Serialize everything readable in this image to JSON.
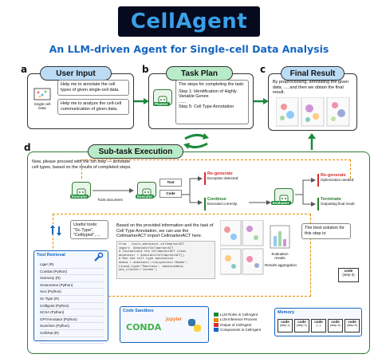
{
  "header": {
    "title": "CellAgent",
    "subtitle": "An LLM-driven Agent for Single-cell Data Analysis"
  },
  "panels": {
    "a": {
      "letter": "a",
      "title": "User Input",
      "data_label": "Single-cell Data",
      "msg1": "Help me to annotate the cell types of given single-cell data.",
      "msg2": "Help me to analyze the cell-cell communication of given data."
    },
    "b": {
      "letter": "b",
      "title": "Task Plan",
      "agent_tag": "Planner",
      "intro": "The steps for completing the task:",
      "step1": "Step 1: Identification of Highly Variable Genes",
      "ellipsis": "......",
      "step5": "Step 5: Cell Type Annotation"
    },
    "c": {
      "letter": "c",
      "title": "Final Result",
      "text": "By preprocessing, annotating the given data, ..., and then we obtain the final result."
    },
    "d": {
      "letter": "d",
      "title": "Sub-task Execution",
      "intro": "Now, please proceed with the 5th step — annotate cell types, based on the results of completed steps.",
      "executor1": "Executor",
      "executor2": "Executor",
      "evaluator": "Evaluator",
      "tools_document": "Tools document",
      "text_label": "Text",
      "code_label": "Code",
      "regen1_title": "Re-generate",
      "regen1_text": "Exception detected.",
      "continue_title": "Continue",
      "continue_text": "Executed correctly.",
      "regen2_title": "Re-generate",
      "regen2_text": "Optimization needed.",
      "terminate_title": "Terminate",
      "terminate_text": "Outputting final result.",
      "useful_tools": "Useful tools: \"Sc-Type\", \"Celltypist\", ...",
      "explanation": "Based on the provided information and the task of Cell Type Annotation, we can use the CellmarkerACT import CellmarkerACT here.",
      "code_lines": [
        "from   tools.annotator.cellmarkerACT",
        "import  AnnotatorCellmarkerACT",
        "# Instantiate the CellmarkerACT class",
        "annotator = AnnotatorCellmarkerACT()",
        "# Run the cell type annotation",
        "adata = annotator.run(species='Human',",
        "tissue_type='Pancreas', adata=adata,",
        "obs_cluster='leiden')"
      ],
      "eval_results": "Evaluation results",
      "results_aggregation": "Results aggregation",
      "best_solution": "The best solution for this step is:",
      "best_code": "code",
      "best_step": "(step 5)"
    },
    "tool_retrieval": {
      "title": "Tool Retrieval",
      "items": [
        "Liger (R)",
        "Combat (Python)",
        "Harmony (R)",
        "Scanorama (Python)",
        "Scvi (Python)",
        "Sc-Type (R)",
        "Celltypist (Python)",
        "SCSA (Python)",
        "GPTAnnotator (Python)",
        "Scarches (Python)",
        "Cellchat (R)",
        "......"
      ]
    },
    "code_sandbox": {
      "title": "Code Sandbox",
      "logos": [
        "CONDA",
        "jupyter"
      ]
    },
    "legend": {
      "items": [
        "LLM Roles in CellAgent",
        "LLM Inference Process",
        "Output of CellAgent",
        "Components in CellAgent"
      ]
    },
    "memory": {
      "title": "Memory",
      "cells": [
        {
          "code": "code",
          "step": "(step 1)"
        },
        {
          "code": "code",
          "step": "(step 2)"
        },
        {
          "code": "code",
          "step": "(...)"
        },
        {
          "code": "code",
          "step": "(step 4)"
        },
        {
          "code": "code",
          "step": "(step 5)"
        }
      ]
    }
  },
  "colors": {
    "banner_bg": "#050a1f",
    "title_blue": "#3aa0e8",
    "subtitle_blue": "#1565c0",
    "pill_blue": "#bcdcf5",
    "pill_green": "#b8ebc8",
    "agent_green": "#1b8a3a",
    "regen_red": "#d32f2f",
    "continue_green": "#2e7d32",
    "dashed_orange": "#e08a00"
  }
}
